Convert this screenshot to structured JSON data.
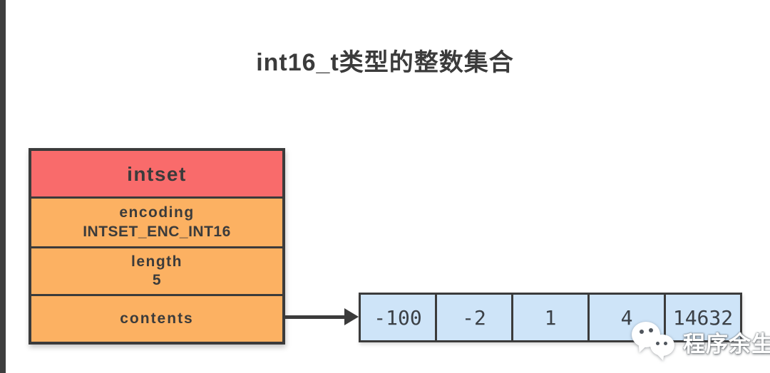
{
  "title": "int16_t类型的整数集合",
  "intset_box": {
    "header": "intset",
    "rows": [
      {
        "label": "encoding",
        "value": "INTSET_ENC_INT16"
      },
      {
        "label": "length",
        "value": "5"
      },
      {
        "label": "contents"
      }
    ]
  },
  "contents_array": {
    "cells": [
      "-100",
      "-2",
      "1",
      "4",
      "14632"
    ]
  },
  "watermark": {
    "icon": "wechat-icon",
    "text": "程序余生"
  },
  "colors": {
    "header_red": "#F96B6B",
    "row_orange": "#FCB162",
    "cell_blue": "#CEE4F8",
    "border_dark": "#3B3B3B",
    "text_dark": "#3B3B3B",
    "left_bar": "#3E3E3E",
    "watermark_white": "#FFFFFF"
  }
}
